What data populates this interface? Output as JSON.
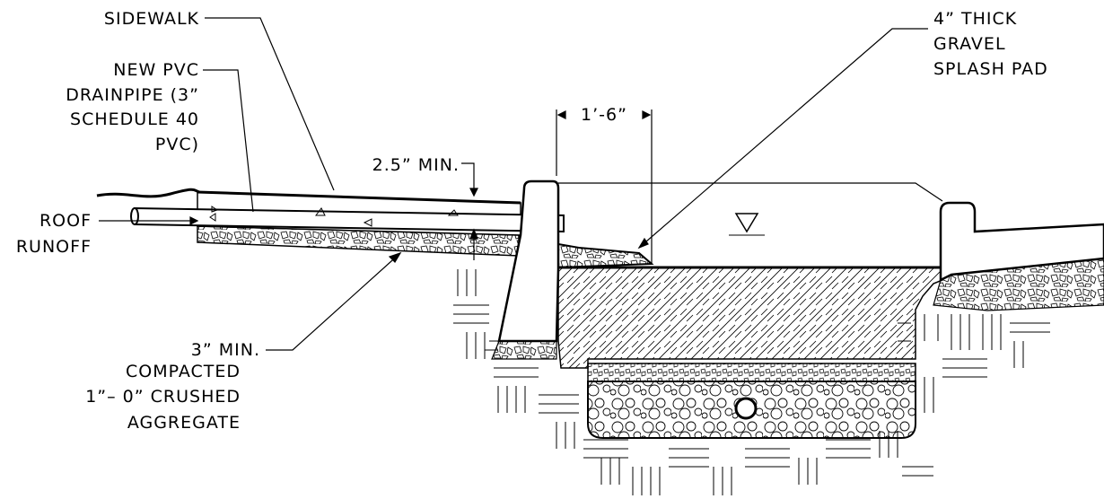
{
  "labels": {
    "sidewalk": "SIDEWALK",
    "drainpipe": [
      "NEW PVC",
      "DRAINPIPE (3”",
      "SCHEDULE 40",
      "PVC)"
    ],
    "roof_runoff": [
      "ROOF",
      "RUNOFF"
    ],
    "min_thickness": "2.5” MIN.",
    "splash_pad_width": "1’-6”",
    "gravel_pad": [
      "4” THICK",
      "GRAVEL",
      "SPLASH PAD"
    ],
    "aggregate": [
      "3” MIN.",
      "COMPACTED",
      "1”– 0” CRUSHED",
      "AGGREGATE"
    ]
  },
  "colors": {
    "line": "#000000",
    "background": "#ffffff"
  }
}
